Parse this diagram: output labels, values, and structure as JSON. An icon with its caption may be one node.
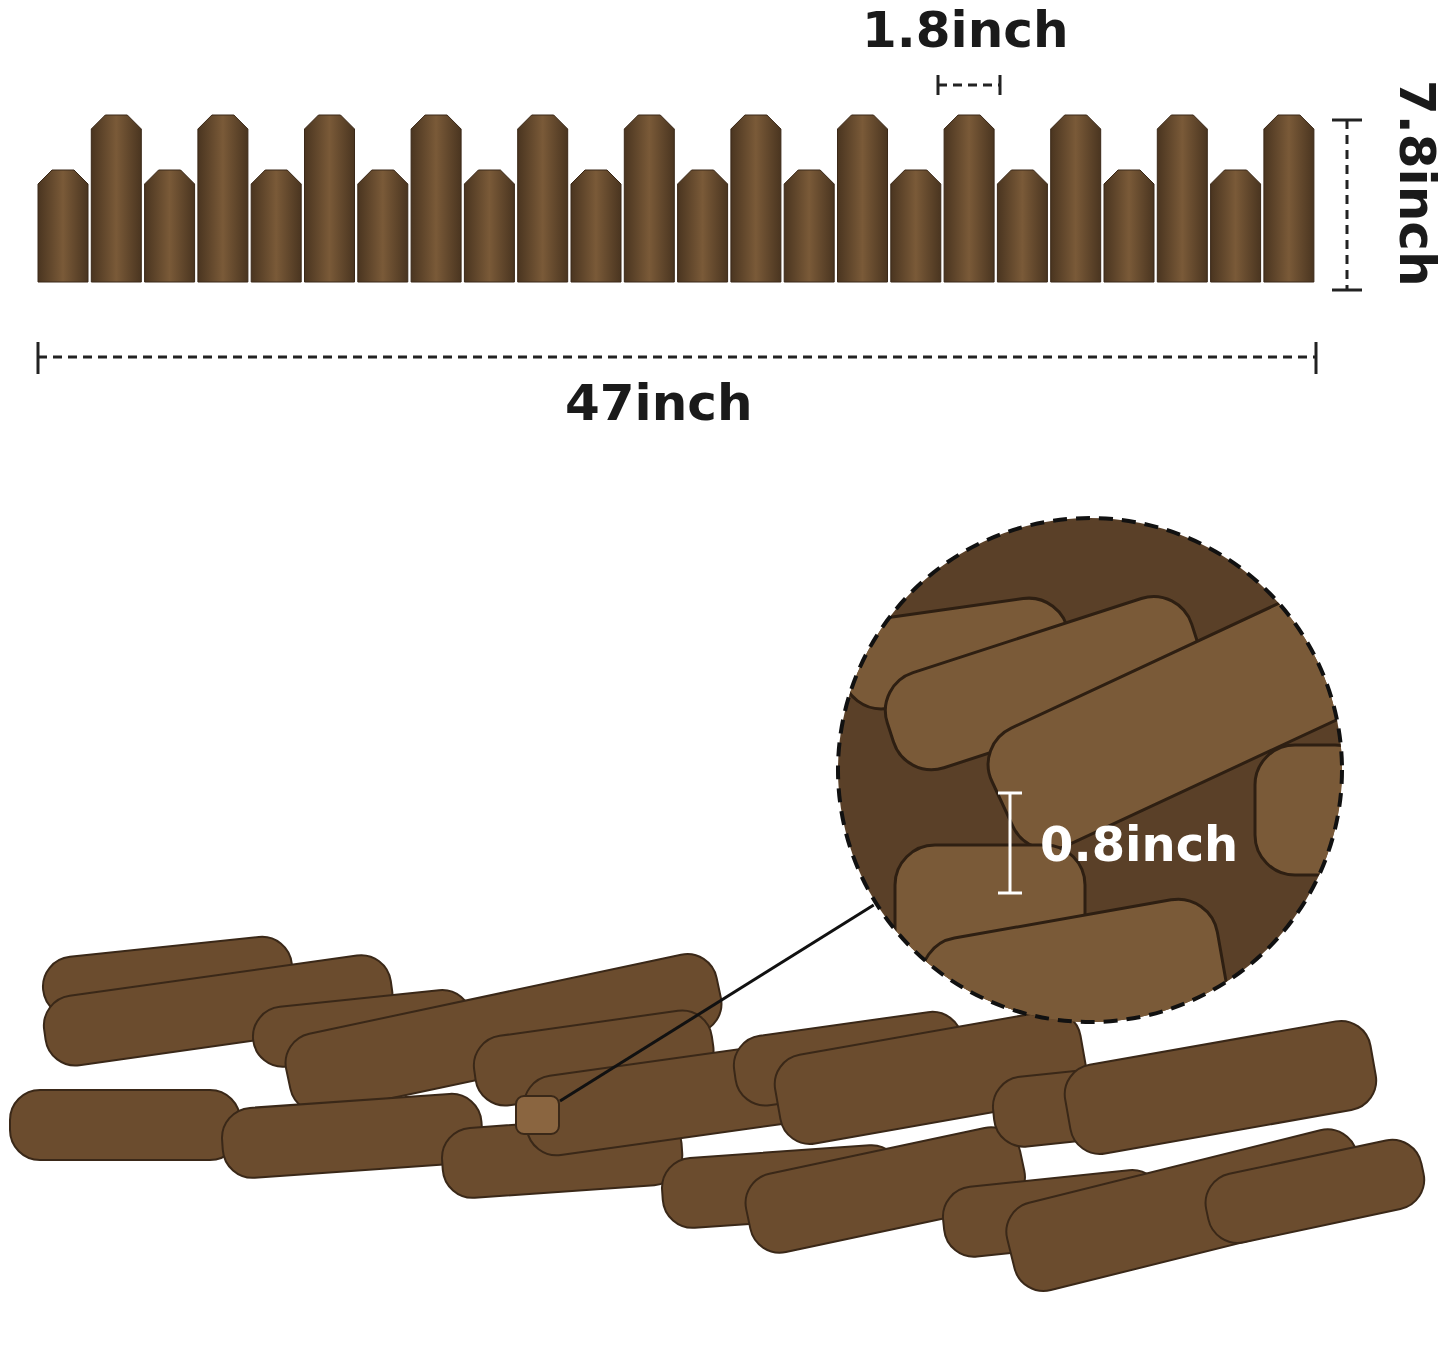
{
  "diagram": {
    "nodes": [
      {
        "text": [
          "0.8inch"
        ]
      },
      {
        "text": [],
        "shape": "box"
      }
    ],
    "edges": [
      {
        "from": 1,
        "to": 0,
        "arrow": "none"
      }
    ],
    "labels": [
      "1.8inch",
      "7.8inch",
      "47inch"
    ]
  }
}
